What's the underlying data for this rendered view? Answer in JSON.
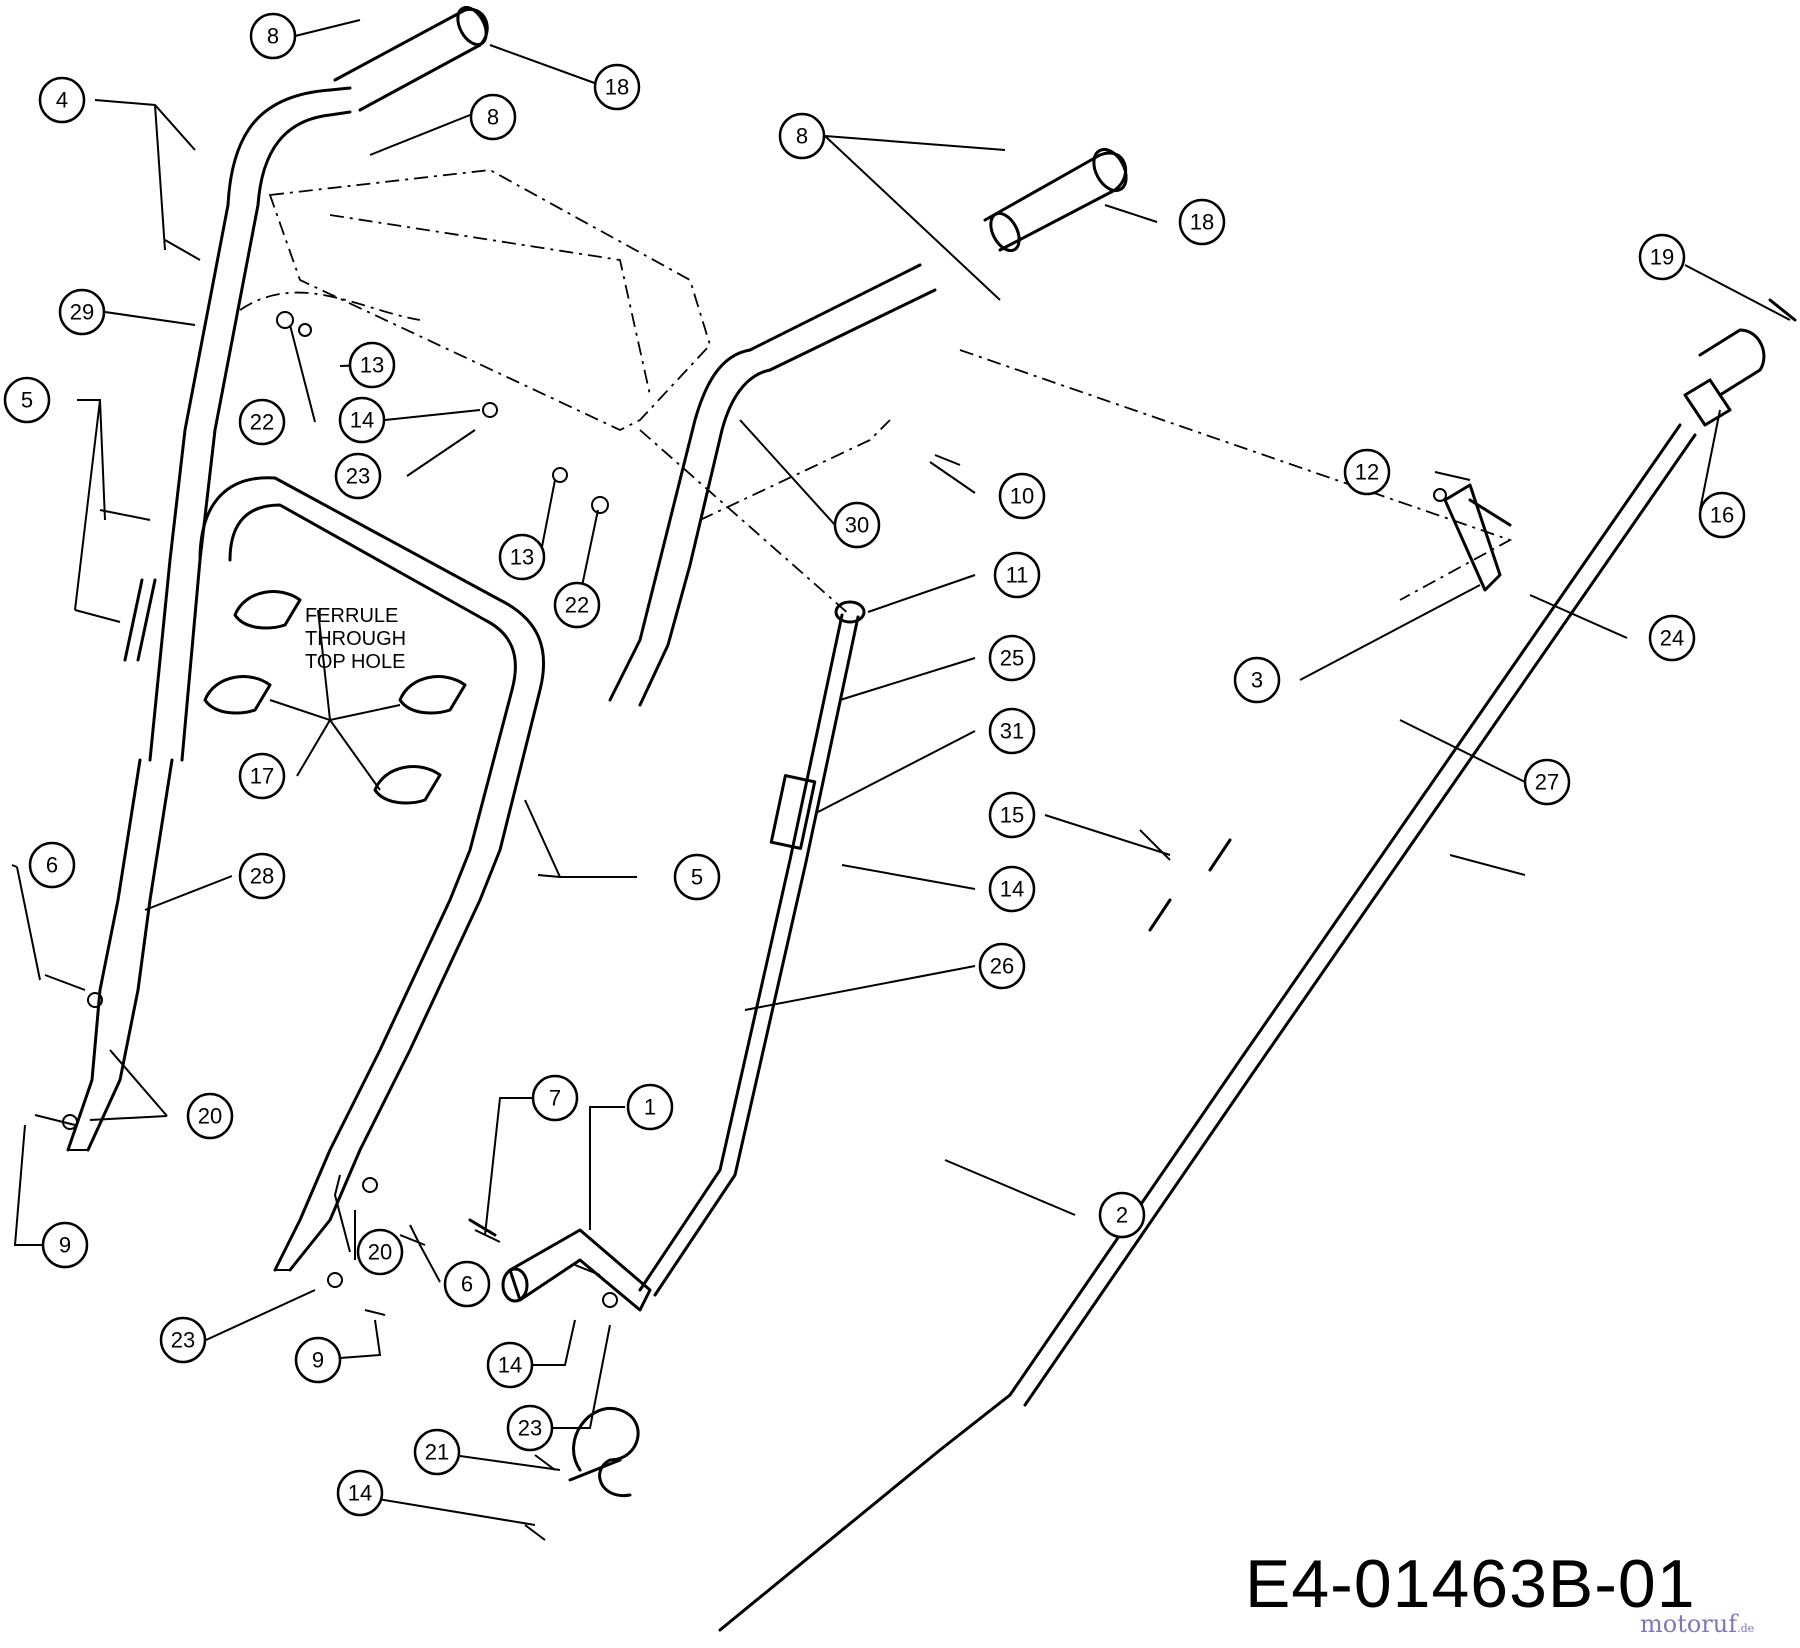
{
  "diagram": {
    "code": "E4-01463B-01",
    "note": [
      "FERRULE",
      "THROUGH",
      "TOP HOLE"
    ],
    "callouts": [
      "1",
      "2",
      "3",
      "4",
      "5",
      "5",
      "6",
      "6",
      "7",
      "8",
      "8",
      "8",
      "9",
      "9",
      "10",
      "11",
      "12",
      "13",
      "13",
      "14",
      "14",
      "14",
      "14",
      "15",
      "16",
      "17",
      "18",
      "18",
      "19",
      "20",
      "20",
      "21",
      "22",
      "22",
      "23",
      "23",
      "23",
      "24",
      "25",
      "26",
      "27",
      "28",
      "29",
      "30",
      "31"
    ]
  },
  "watermark": {
    "text": "motoruf",
    "suffix": ".de"
  }
}
